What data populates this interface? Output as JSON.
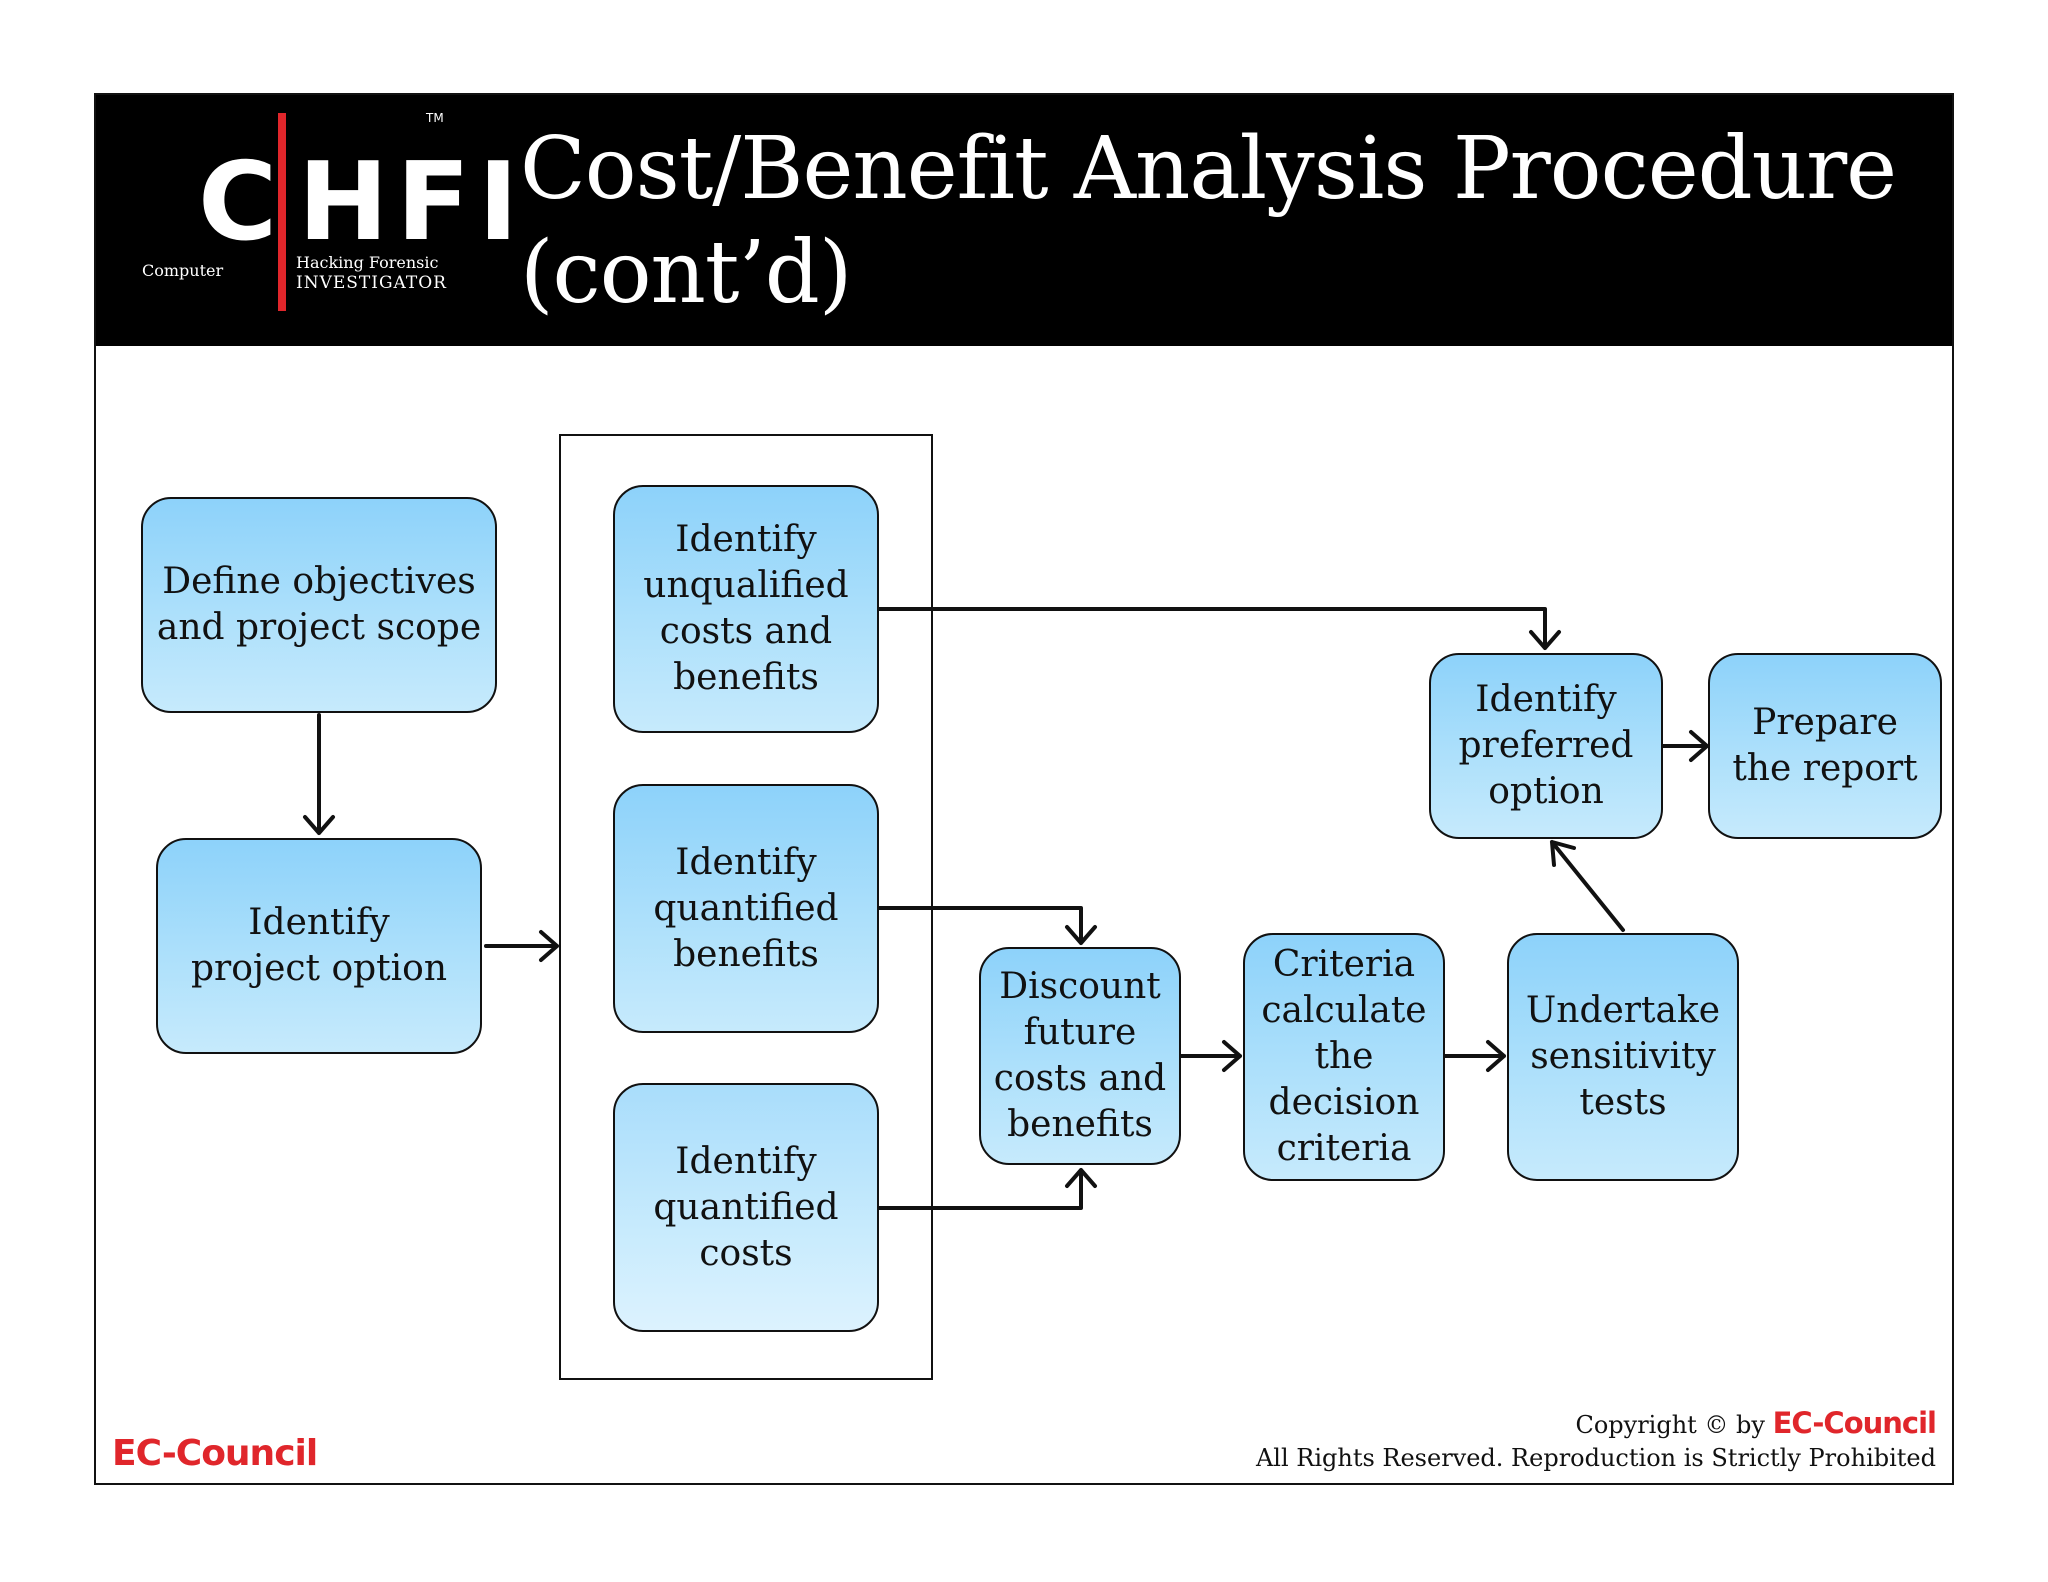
{
  "header": {
    "logo": {
      "letter_c": "C",
      "letters_hfi": "HFI",
      "trademark": "TM",
      "computer": "Computer",
      "hacking_forensic": "Hacking Forensic",
      "investigator": "INVESTIGATOR"
    },
    "title_line1": "Cost/Benefit Analysis Procedure",
    "title_line2": "(cont’d)"
  },
  "nodes": {
    "define": "Define objectives\nand project scope",
    "option": "Identify\nproject option",
    "unqualified": "Identify\nunqualified\ncosts and\nbenefits",
    "q_benefits": "Identify\nquantified\nbenefits",
    "q_costs": "Identify\nquantified\ncosts",
    "discount": "Discount\nfuture\ncosts and\nbenefits",
    "criteria": "Criteria\ncalculate\nthe\ndecision\ncriteria",
    "sensitivity": "Undertake\nsensitivity\ntests",
    "preferred": "Identify\npreferred\noption",
    "report": "Prepare\nthe report"
  },
  "footer": {
    "brand": "EC-Council",
    "copyright_prefix": "Copyright © by",
    "copyright_brand": "EC-Council",
    "rights": "All Rights Reserved. Reproduction is Strictly Prohibited"
  },
  "colors": {
    "header_bg": "#000000",
    "box_fill": "#8dd2fa",
    "brand_red": "#e0262b"
  }
}
